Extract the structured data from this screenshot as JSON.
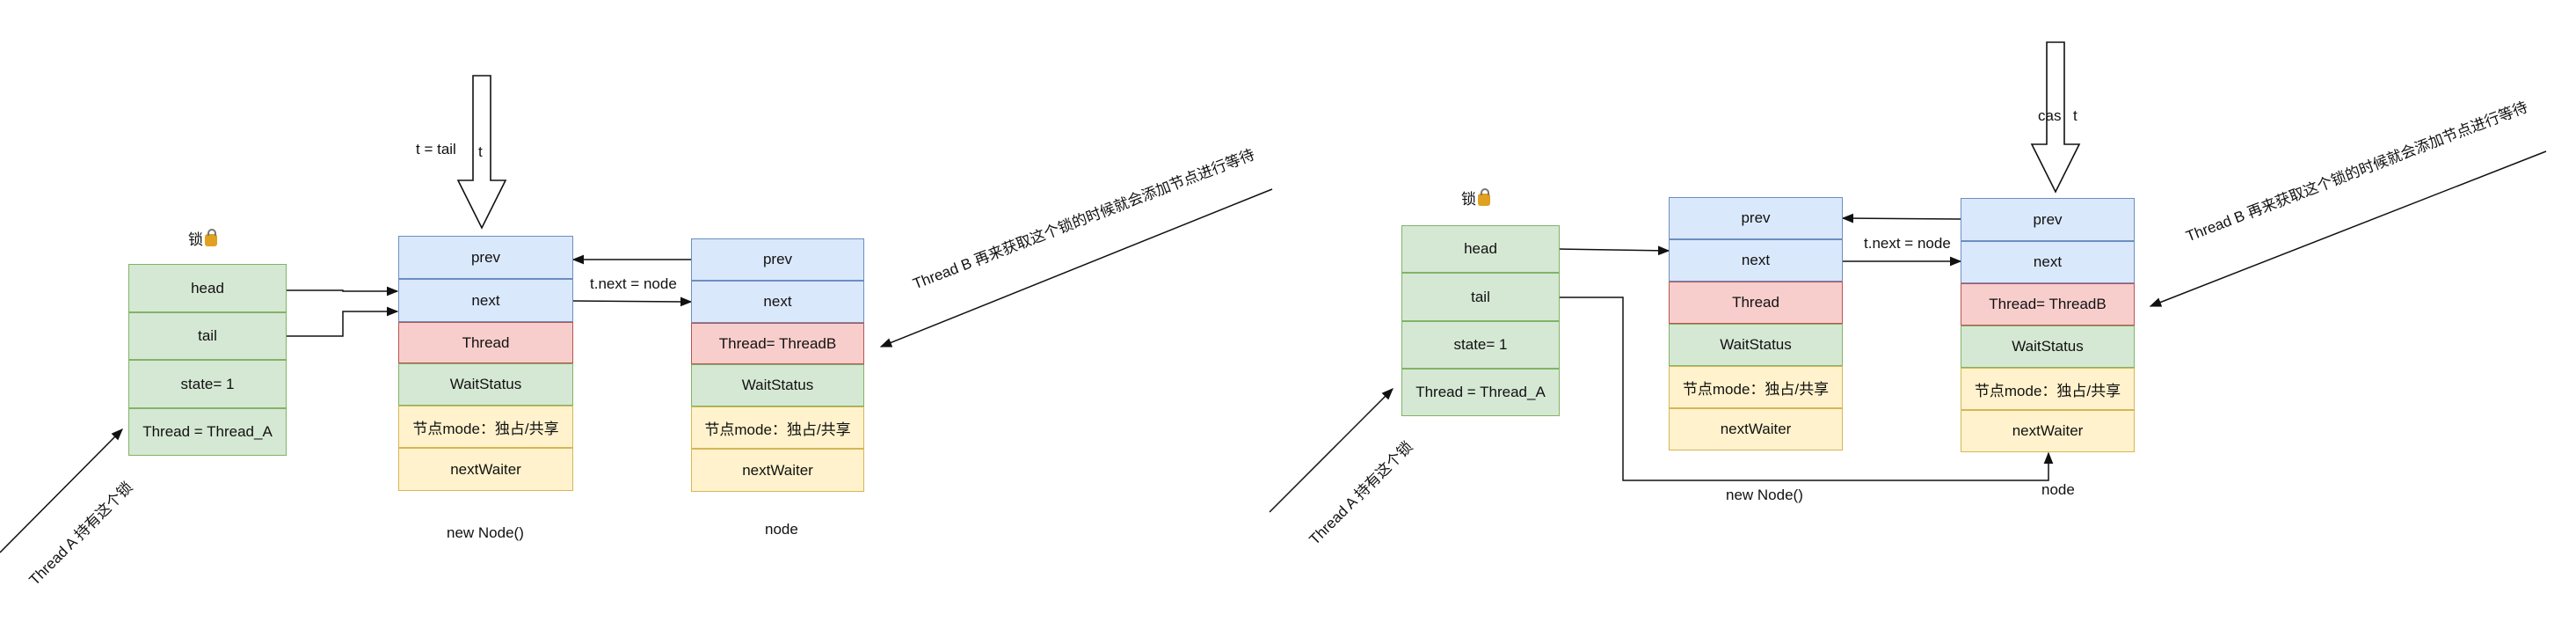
{
  "left": {
    "lock_box": {
      "title": "锁",
      "fields": [
        "head",
        "tail",
        "state= 1",
        "Thread = Thread_A"
      ]
    },
    "new_node": {
      "fields": [
        "prev",
        "next",
        "Thread",
        "WaitStatus",
        "节点mode：独占/共享",
        "nextWaiter"
      ],
      "caption": "new Node()"
    },
    "node": {
      "fields": [
        "prev",
        "next",
        "Thread= ThreadB",
        "WaitStatus",
        "节点mode：独占/共享",
        "nextWaiter"
      ],
      "caption": "node"
    },
    "pointer_labels": {
      "t_equals_tail": "t = tail",
      "t": "t"
    },
    "link_label": "t.next = node",
    "thread_a_note": "Thread A 持有这个锁",
    "thread_b_note": "Thread B 再来获取这个锁的时候就会添加节点进行等待"
  },
  "right": {
    "lock_box": {
      "title": "锁",
      "fields": [
        "head",
        "tail",
        "state= 1",
        "Thread = Thread_A"
      ]
    },
    "new_node": {
      "fields": [
        "prev",
        "next",
        "Thread",
        "WaitStatus",
        "节点mode：独占/共享",
        "nextWaiter"
      ],
      "caption": "new Node()"
    },
    "node": {
      "fields": [
        "prev",
        "next",
        "Thread= ThreadB",
        "WaitStatus",
        "节点mode：独占/共享",
        "nextWaiter"
      ],
      "caption": "node"
    },
    "pointer_labels": {
      "cas": "cas",
      "t": "t"
    },
    "link_label": "t.next = node",
    "thread_a_note": "Thread A 持有这个锁",
    "thread_b_note": "Thread B 再来获取这个锁的时候就会添加节点进行等待"
  }
}
